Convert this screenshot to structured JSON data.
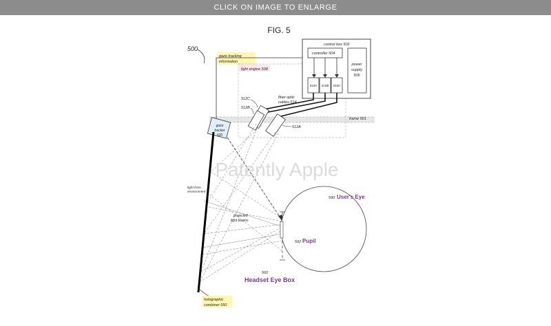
{
  "banner": {
    "text": "CLICK ON IMAGE TO ENLARGE"
  },
  "figure": {
    "title": "FIG. 5",
    "ref_500": "500",
    "gaze_info_1": "gaze tracking",
    "gaze_info_2": "information",
    "control_box": "control box 502",
    "controller": "controller 504",
    "power_1": "power",
    "power_2": "supply",
    "power_3": "506",
    "light_engine": "light engine 508",
    "proj_a": "510A",
    "proj_b": "510B",
    "proj_c": "510C",
    "fiber_1": "fiber optic",
    "fiber_2": "cables 514",
    "label_512c": "512C",
    "label_512b": "512B",
    "label_512a": "512A",
    "frame": "frame 501",
    "gaze_1": "gaze",
    "gaze_2": "tracker",
    "gaze_3": "520",
    "watermark": "Patently Apple",
    "env_1": "light from",
    "env_2": "environment",
    "beams_1": "projected",
    "beams_2": "light beams",
    "eye_num": "590",
    "eye_name": "User's Eye",
    "pupil_num": "592",
    "pupil_name": "Pupil",
    "eyebox_num": "560",
    "eyebox_name": "Headset Eye Box",
    "comb_1": "holographic",
    "comb_2": "combiner 550"
  },
  "colors": {
    "banner_bg": "#8c8c8c",
    "highlight_yellow": "#fff6b3",
    "highlight_pink": "#fbe6ec",
    "accent_purple": "#7a3b8f"
  }
}
